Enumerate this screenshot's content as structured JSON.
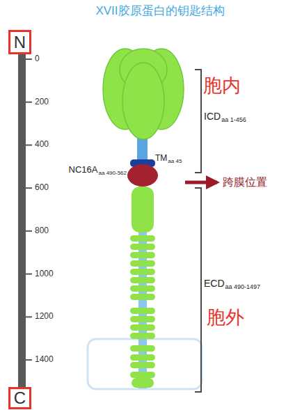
{
  "diagram": {
    "title": "XVII胶原蛋白的钥匙结构",
    "nodes": [
      {
        "text": [
          "N"
        ]
      },
      {
        "text": [
          "C"
        ]
      }
    ],
    "labels": [
      "0",
      "200",
      "400",
      "600",
      "800",
      "1000",
      "1200",
      "1400",
      "胞内",
      "ICD",
      "aa 1-456",
      "TM",
      "aa 45",
      "NC16A",
      "aa 490-562",
      "跨膜位置",
      "ECD",
      "aa 490-1497",
      "胞外"
    ]
  }
}
